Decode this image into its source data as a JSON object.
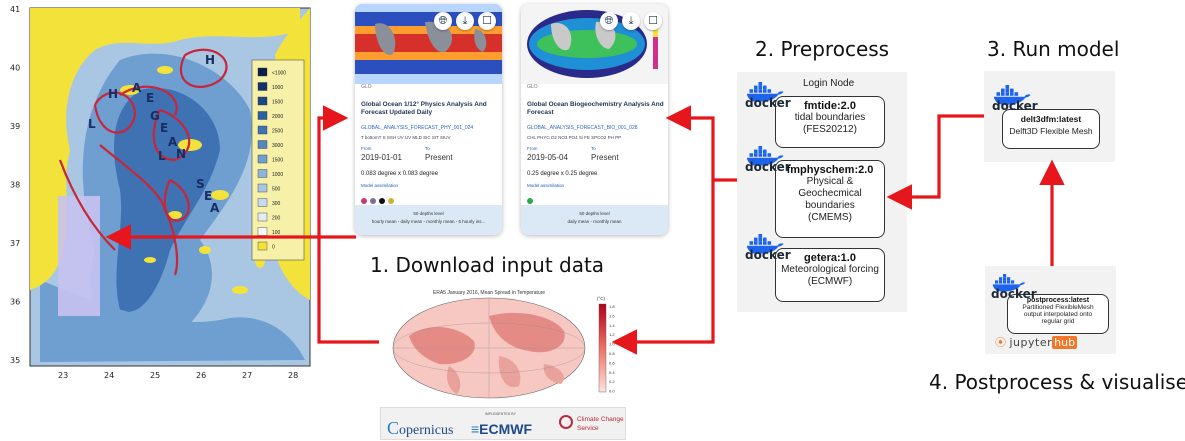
{
  "steps": {
    "download": "1. Download input data",
    "preprocess": "2. Preprocess",
    "run": "3. Run model",
    "postprocess": "4. Postprocess & visualise"
  },
  "map": {
    "lat_ticks": [
      "41",
      "40",
      "39",
      "38",
      "37",
      "36",
      "35"
    ],
    "lon_ticks": [
      "23",
      "24",
      "25",
      "26",
      "27",
      "28"
    ],
    "sea_label": [
      "H",
      "H",
      "L",
      "L",
      "A",
      "E",
      "G",
      "E",
      "A",
      "N",
      "S",
      "E",
      "A"
    ],
    "legend_values": [
      "<1000",
      "1000",
      "1500",
      "2000",
      "2500",
      "3000",
      "1500",
      "1000",
      "500",
      "300",
      "200",
      "100",
      "0"
    ],
    "colors": {
      "land": "#f2e23a",
      "shallow": "#a9c7e3",
      "mid": "#6f9ed0",
      "deep": "#3e72b3",
      "current": "#c9253a",
      "domain": "#c6c2f0"
    }
  },
  "cards": [
    {
      "tag": "GLO",
      "title": "Global Ocean 1/12° Physics Analysis And Forecast Updated Daily",
      "product_id": "GLOBAL_ANALYSIS_FORECAST_PHY_001_024",
      "variables": "T bottomT S SSH UV UV MLD SIC SIT SIUV",
      "from_label": "From",
      "to_label": "To",
      "from": "2019-01-01",
      "to": "Present",
      "resolution": "0.083 degree x 0.083 degree",
      "assim_label": "Model assimilation",
      "dot_colors": [
        "#c83a6a",
        "#7e6c9c",
        "#111111",
        "#c9b33a"
      ],
      "footer_1": "50 depths level",
      "footer_2": "hourly mean - daily mean - monthly mean - 6 hourly ins..."
    },
    {
      "tag": "GLO",
      "title": "Global Ocean Biogeochemistry Analysis And Forecast",
      "product_id": "GLOBAL_ANALYSIS_FORECAST_BIO_001_028",
      "variables": "CHL PHYC O2 NO3 PO4 Si FE SPCO2 PH PP",
      "from_label": "From",
      "to_label": "To",
      "from": "2019-05-04",
      "to": "Present",
      "resolution": "0.25 degree x 0.25 degree",
      "assim_label": "Model assimilation",
      "dot_colors": [
        "#2aa84a"
      ],
      "footer_1": "50 depths level",
      "footer_2": "daily mean - monthly mean"
    }
  ],
  "card_icons": [
    "globe-icon",
    "download-icon",
    "bookmark-icon"
  ],
  "era5": {
    "title": "ERA5 January 2016, Mean Spread in Temperature",
    "unit": "(°C)",
    "scale": [
      "1.8",
      "1.6",
      "1.4",
      "1.2",
      "1.0",
      "0.8",
      "0.6",
      "0.4",
      "0.2",
      "0.0"
    ]
  },
  "logos": {
    "copernicus": "opernicus",
    "ecmwf_small": "IMPLEMENTED BY",
    "ecmwf": "ECMWF",
    "c3s_1": "Climate Change",
    "c3s_2": "Service"
  },
  "preprocess": {
    "header": "Login Node",
    "docker": "docker",
    "nodes": [
      {
        "name": "fmtide:2.0",
        "desc": [
          "tidal boundaries",
          "(FES20212)"
        ]
      },
      {
        "name": "fmphyschem:2.0",
        "desc": [
          "Physical &",
          "Geochecmical",
          "boundaries",
          "(CMEMS)"
        ]
      },
      {
        "name": "getera:1.0",
        "desc": [
          "Meteorological forcing",
          "(ECMWF)"
        ]
      }
    ]
  },
  "run": {
    "docker": "docker",
    "name": "delt3dfm:latest",
    "desc": "Delft3D Flexible Mesh"
  },
  "post": {
    "docker": "docker",
    "name": "postprocess:latest",
    "desc": [
      "Partitioned FlexibleMesh",
      "output interpolated onto",
      "regular grid"
    ],
    "jupyter": "jupyter",
    "hub": "hub"
  }
}
